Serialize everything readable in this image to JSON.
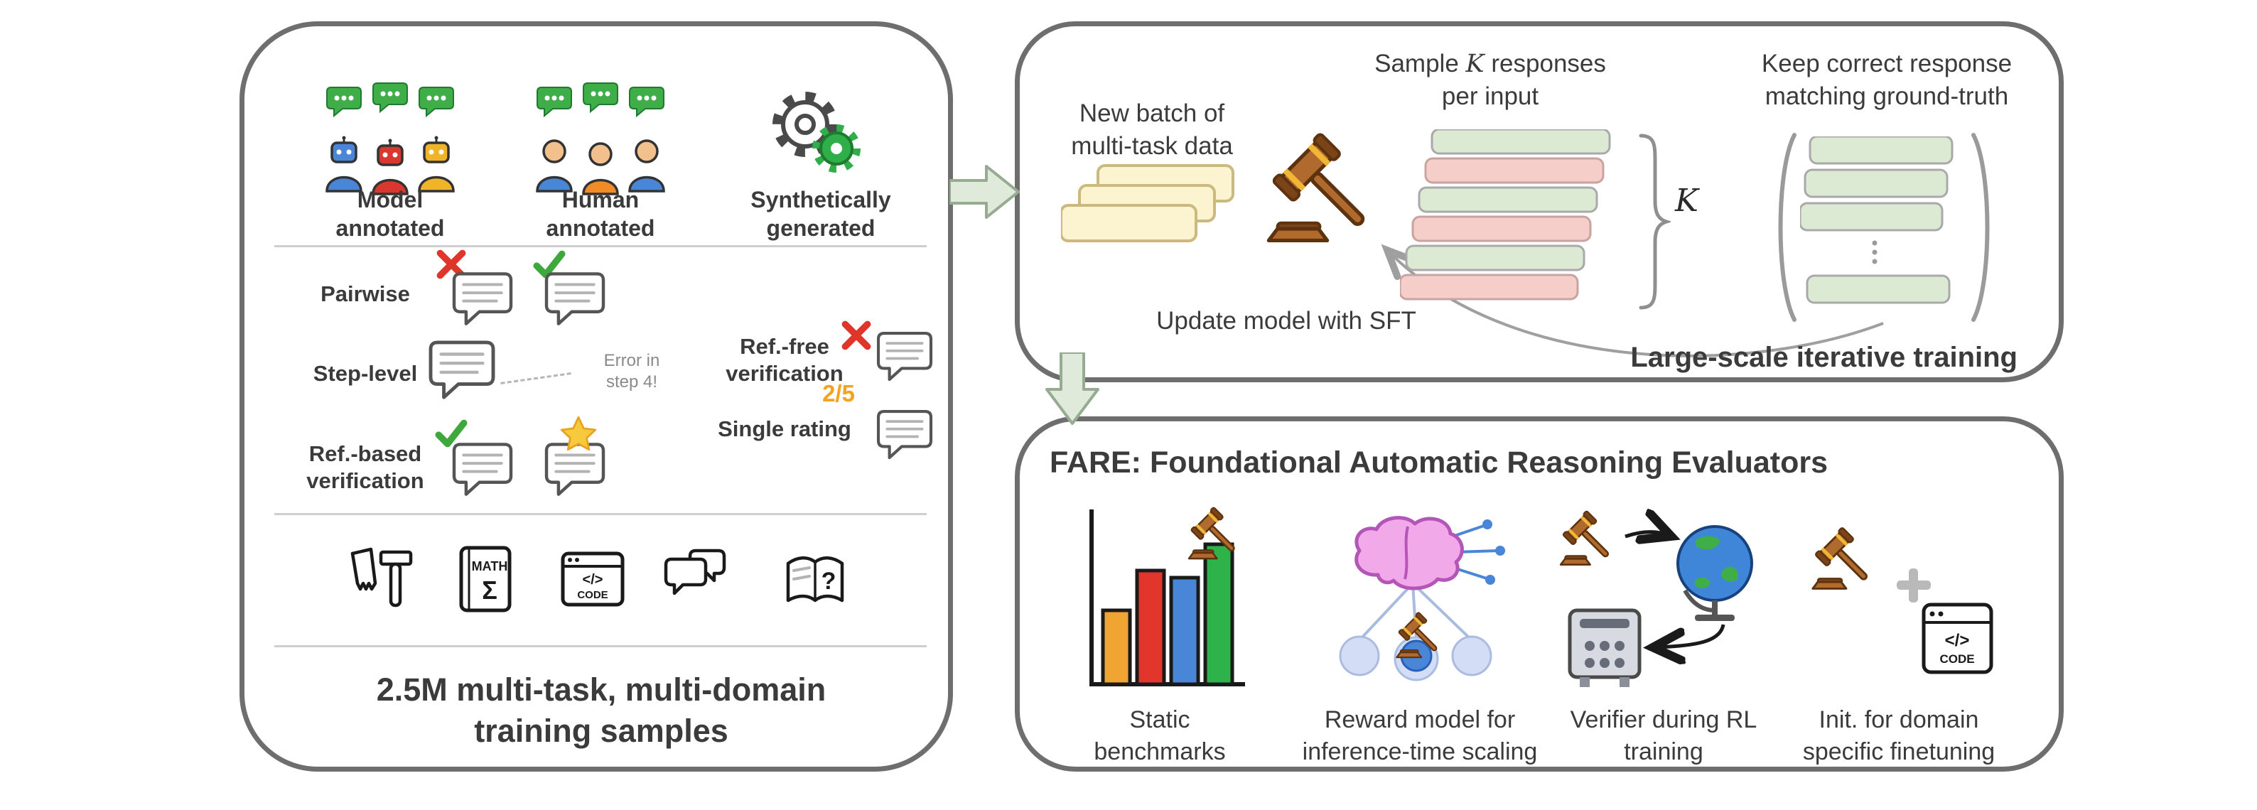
{
  "colors": {
    "correct_green": "#dcead3",
    "incorrect_red": "#f5cdc9",
    "bubble_green": "#3fae49",
    "rating_orange": "#f5a31f",
    "flow_arrow_fill": "#dfeadb",
    "panel_border": "#6e6e6e"
  },
  "left_panel": {
    "sources": [
      {
        "line1": "Model",
        "line2": "annotated"
      },
      {
        "line1": "Human",
        "line2": "annotated"
      },
      {
        "line1": "Synthetically",
        "line2": "generated"
      }
    ],
    "tasks": {
      "pairwise": "Pairwise",
      "step_level": "Step-level",
      "step_note_line1": "Error in",
      "step_note_line2": "step 4!",
      "ref_based_line1": "Ref.-based",
      "ref_based_line2": "verification",
      "ref_free_line1": "Ref.-free",
      "ref_free_line2": "verification",
      "single_rating": "Single rating",
      "rating_value": "2/5"
    },
    "caption_line1": "2.5M multi-task, multi-domain",
    "caption_line2": "training samples"
  },
  "icons": {
    "math_label": "MATH",
    "sigma": "Σ",
    "code_tag": "</>",
    "code_label": "CODE",
    "question_mark": "?"
  },
  "training_panel": {
    "new_batch_line1": "New batch of",
    "new_batch_line2": "multi-task data",
    "sample_prefix": "Sample ",
    "sample_k": "K",
    "sample_suffix": " responses",
    "sample_line2": "per input",
    "k_label": "K",
    "response_pattern": [
      "green",
      "red",
      "green",
      "red",
      "green",
      "red"
    ],
    "keep_line1": "Keep correct response",
    "keep_line2": "matching ground-truth",
    "update_label": "Update model with SFT",
    "title": "Large-scale iterative training"
  },
  "fare_panel": {
    "title": "FARE: Foundational Automatic Reasoning Evaluators",
    "items": [
      {
        "line1": "Static",
        "line2": "benchmarks"
      },
      {
        "line1": "Reward model for",
        "line2": "inference-time scaling"
      },
      {
        "line1": "Verifier during RL",
        "line2": "training"
      },
      {
        "line1": "Init. for domain",
        "line2": "specific finetuning"
      }
    ]
  }
}
